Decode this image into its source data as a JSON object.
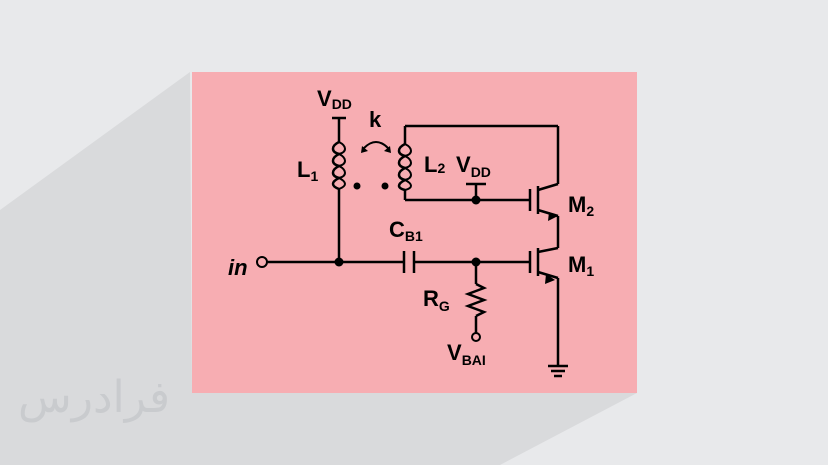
{
  "watermark": "فرادرس",
  "labels": {
    "vdd_top": {
      "main": "V",
      "sub": "DD"
    },
    "k": "k",
    "l1": {
      "main": "L",
      "sub": "1"
    },
    "l2": {
      "main": "L",
      "sub": "2"
    },
    "vdd_mid": {
      "main": "V",
      "sub": "DD"
    },
    "m2": {
      "main": "M",
      "sub": "2"
    },
    "cb1": {
      "main": "C",
      "sub": "B1"
    },
    "in": "in",
    "m1": {
      "main": "M",
      "sub": "1"
    },
    "rg": {
      "main": "R",
      "sub": "G"
    },
    "vbai": {
      "main": "V",
      "sub": "BAI"
    }
  },
  "colors": {
    "panel": "#f7adb2",
    "background": "#e8e9eb",
    "shadow": "#d9dadc",
    "ink": "#000000"
  }
}
